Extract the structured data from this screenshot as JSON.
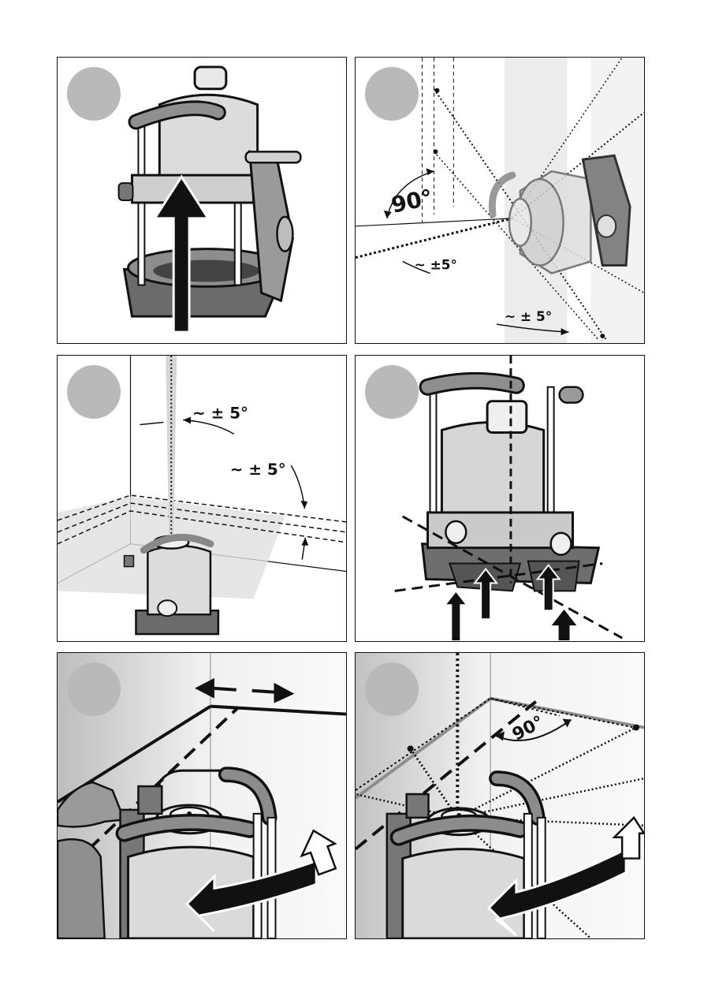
{
  "panels": [
    {
      "id": 1,
      "labels": []
    },
    {
      "id": 2,
      "labels": [
        "90°",
        "~ ±5°",
        "~ ± 5°"
      ]
    },
    {
      "id": 3,
      "labels": [
        "~ ± 5°",
        "~ ± 5°"
      ]
    },
    {
      "id": 4,
      "labels": []
    },
    {
      "id": 5,
      "labels": []
    },
    {
      "id": 6,
      "labels": [
        "90°"
      ]
    }
  ],
  "colors": {
    "border": "#111111",
    "badge": "#b9b9b9",
    "device_light": "#d9d9d9",
    "device_mid": "#9a9a9a",
    "device_dark": "#555555",
    "wall_shade": "#e6e6e6"
  }
}
